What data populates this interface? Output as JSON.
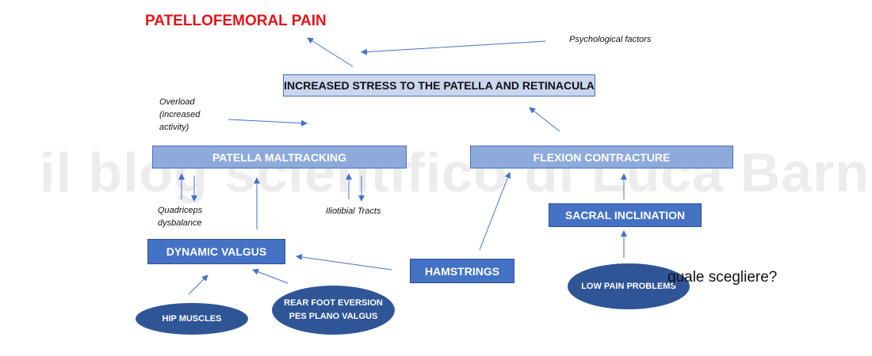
{
  "title": "PATELLOFEMORAL PAIN",
  "watermark": "il blog scientifico di Luca Barni",
  "boxes": {
    "stress": "INCREASED STRESS TO THE PATELLA AND RETINACULA",
    "maltracking": "PATELLA MALTRACKING",
    "flexion": "FLEXION CONTRACTURE",
    "sacral": "SACRAL INCLINATION",
    "valgus": "DYNAMIC VALGUS",
    "hamstrings": "HAMSTRINGS"
  },
  "ellipses": {
    "hip": "HIP MUSCLES",
    "rearfoot_line1": "REAR FOOT EVERSION",
    "rearfoot_line2": "PES PLANO VALGUS",
    "lowpain": "LOW PAIN PROBLEMS"
  },
  "notes": {
    "psychological": "Psychological factors",
    "overload_line1": "Overload",
    "overload_line2": "(increased",
    "overload_line3": "activity)",
    "quadriceps_line1": "Quadriceps",
    "quadriceps_line2": "dysbalance",
    "iliotibial": "Iliotibial Tracts"
  },
  "question": "quale scegliere?",
  "colors": {
    "title": "#e3141a",
    "box_light": "#c9d6ee",
    "box_mid": "#8eaadb",
    "box_dark": "#4472c4",
    "ellipse": "#2f5597",
    "arrow": "#4472c4"
  }
}
